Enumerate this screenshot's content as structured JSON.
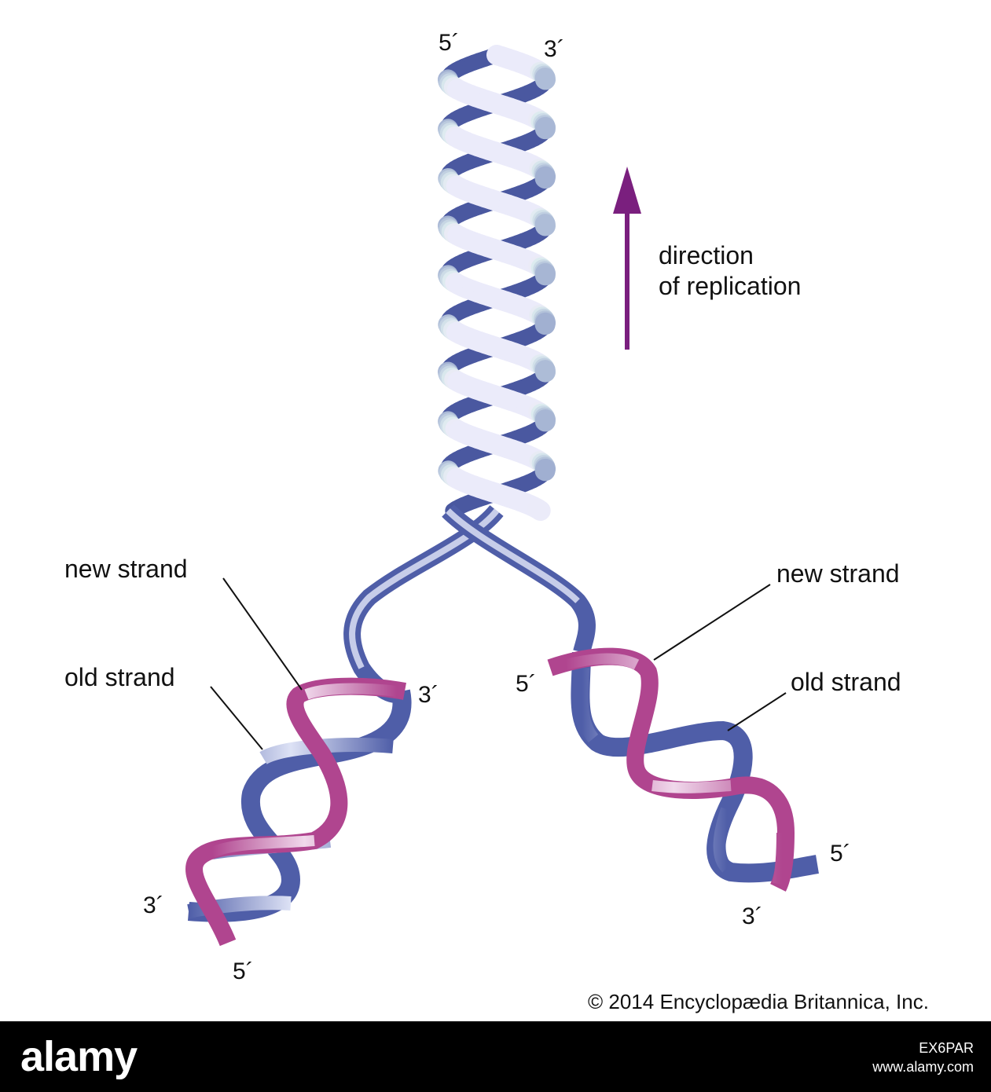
{
  "diagram": {
    "direction_label_line1": "direction",
    "direction_label_line2": "of replication",
    "left_new_strand": "new strand",
    "left_old_strand": "old strand",
    "right_new_strand": "new strand",
    "right_old_strand": "old strand",
    "top_end_left": "5´",
    "top_end_right": "3´",
    "left_fork_end_3a": "3´",
    "left_bottom_3": "3´",
    "left_bottom_5": "5´",
    "right_fork_end_5": "5´",
    "right_bottom_5": "5´",
    "right_bottom_3": "3´",
    "copyright": "© 2014 Encyclopædia Britannica, Inc."
  },
  "colors": {
    "old_strand": "#4f5ea8",
    "old_strand_light": "#dde2f5",
    "new_strand": "#b0458f",
    "new_strand_light": "#f0d8eb",
    "arrow": "#7a1f7e"
  },
  "footer": {
    "brand": "alamy",
    "image_id": "EX6PAR",
    "site": "www.alamy.com"
  }
}
